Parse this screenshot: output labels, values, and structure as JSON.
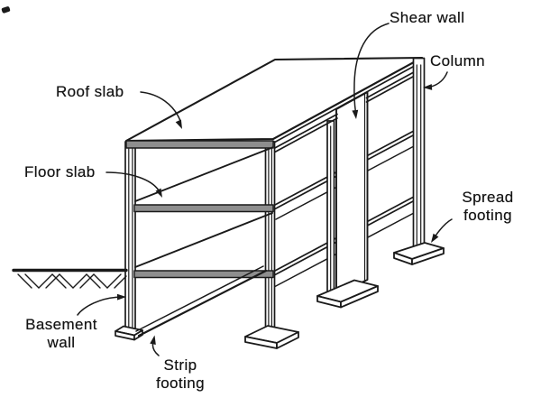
{
  "figure": {
    "labels": {
      "roof_slab": "Roof slab",
      "floor_slab": "Floor slab",
      "shear_wall": "Shear wall",
      "column": "Column",
      "spread_footing_line1": "Spread",
      "spread_footing_line2": "footing",
      "basement_wall_line1": "Basement",
      "basement_wall_line2": "wall",
      "strip_footing_line1": "Strip",
      "strip_footing_line2": "footing"
    },
    "colors": {
      "ink": "#1a1a1a",
      "paper": "#ffffff",
      "slab_shade": "#8e8e8e"
    }
  }
}
